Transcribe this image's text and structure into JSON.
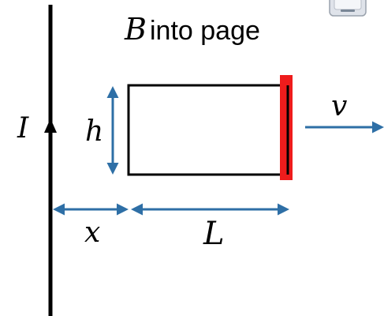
{
  "labels": {
    "field_symbol": "B",
    "field_text": "into page",
    "current": "I",
    "height": "h",
    "velocity": "v",
    "distance": "x",
    "length": "L"
  },
  "icons": {
    "corner_badge": "device-icon"
  },
  "colors": {
    "wire": "#000000",
    "arrow": "#2e6fa6",
    "bar": "#ee1c1c",
    "loop": "#000000"
  }
}
